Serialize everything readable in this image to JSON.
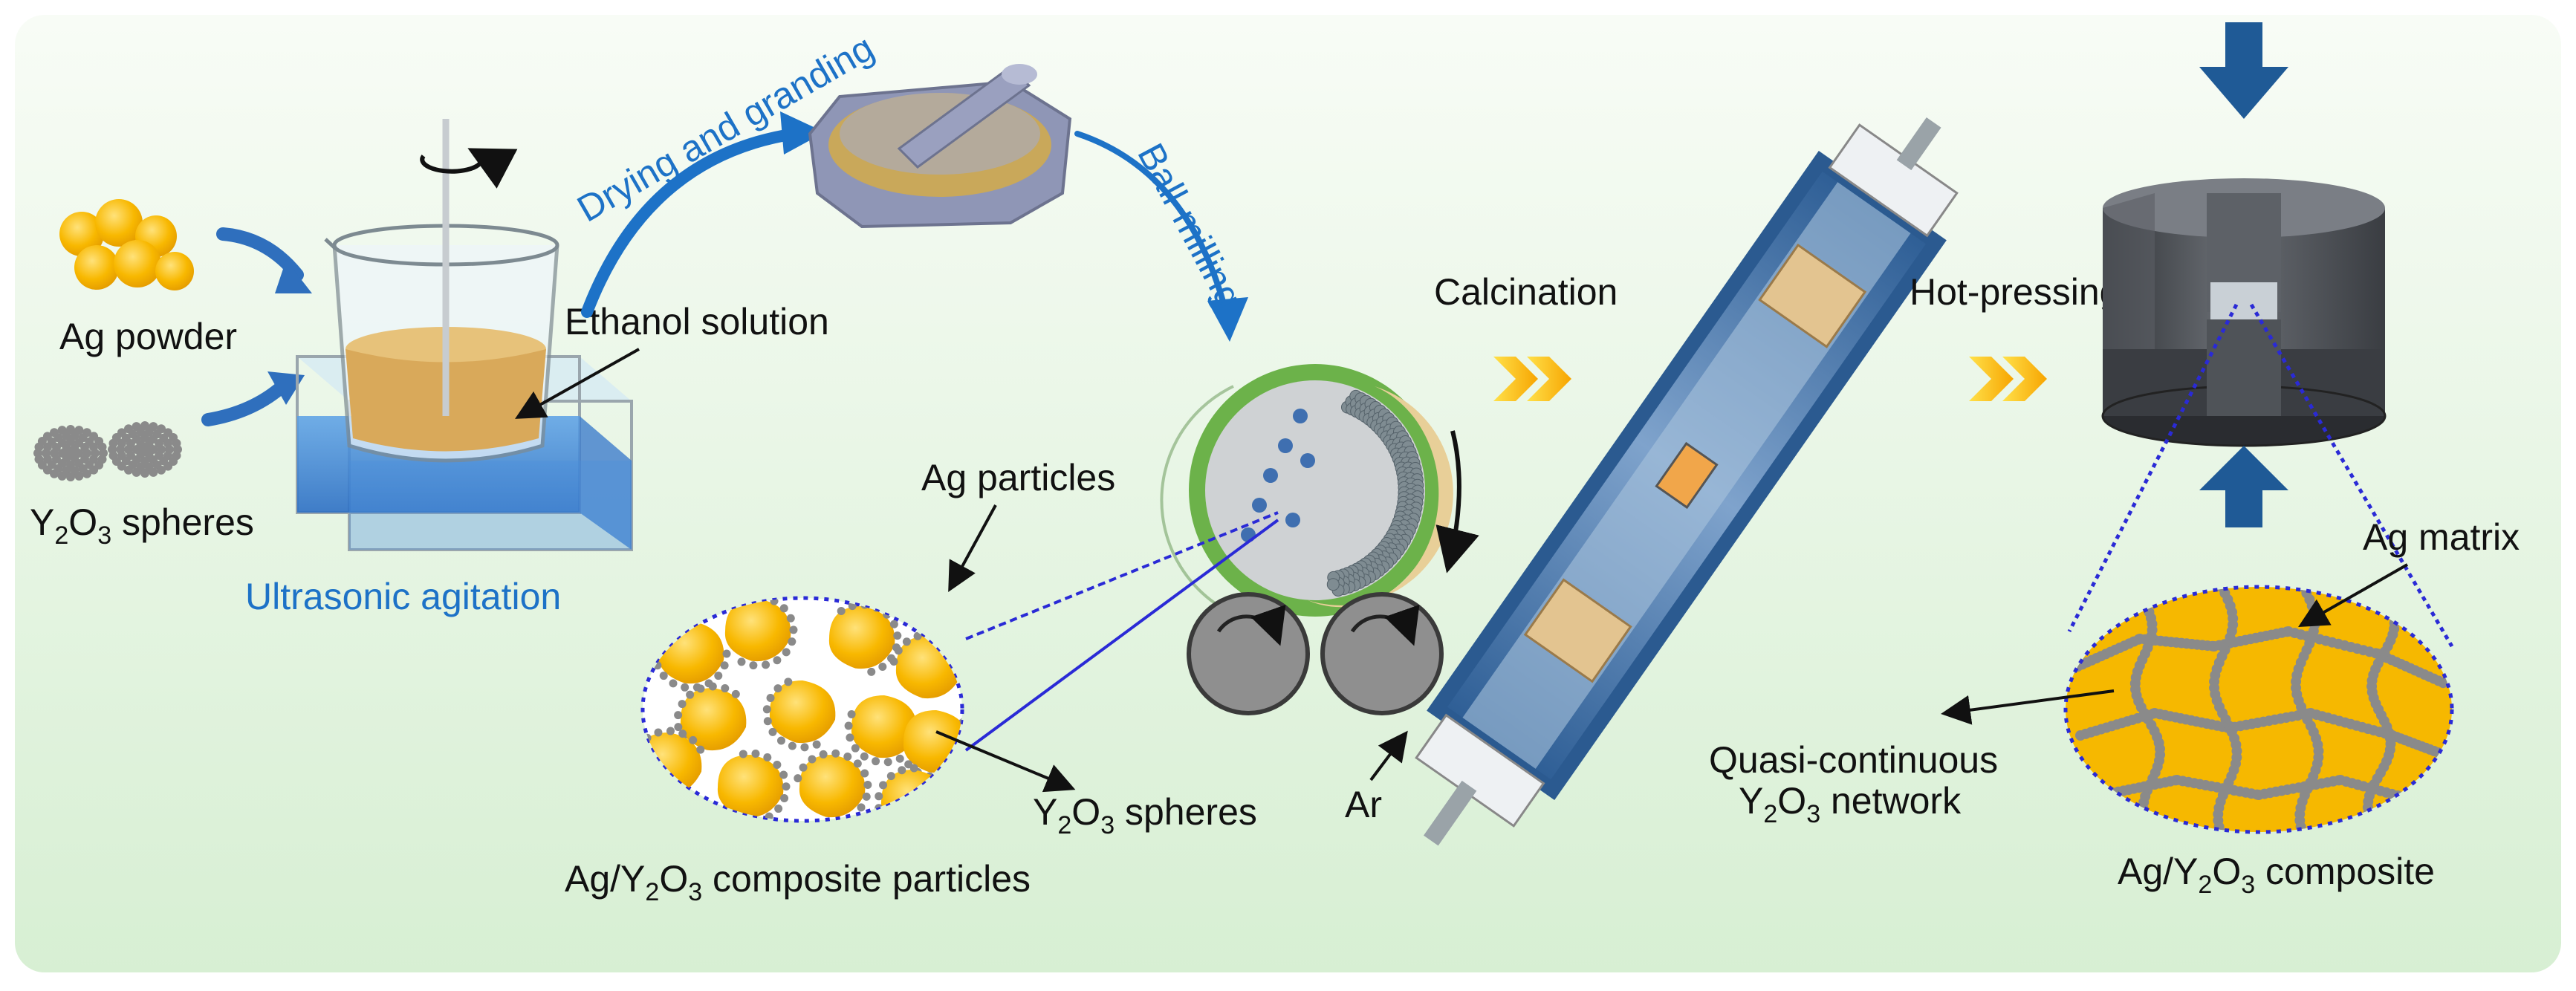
{
  "labels": {
    "ag_powder": "Ag powder",
    "y2o3_spheres_left_main": "Y",
    "y2o3_spheres_left_sub1": "2",
    "y2o3_spheres_left_mid": "O",
    "y2o3_spheres_left_sub2": "3",
    "y2o3_spheres_left_tail": " spheres",
    "ethanol_solution": "Ethanol solution",
    "ultrasonic_agitation": "Ultrasonic agitation",
    "drying_and_granding": "Drying and  granding",
    "ball_milling": "Ball-milling",
    "ag_particles": "Ag particles",
    "y2o3_spheres_mid_main": "Y",
    "y2o3_spheres_mid_sub1": "2",
    "y2o3_spheres_mid_mid": "O",
    "y2o3_spheres_mid_sub2": "3",
    "y2o3_spheres_mid_tail": " spheres",
    "composite_particles_a": "Ag/Y",
    "composite_particles_sub1": "2",
    "composite_particles_b": "O",
    "composite_particles_sub2": "3",
    "composite_particles_c": " composite particles",
    "calcination": "Calcination",
    "ar": "Ar",
    "hot_pressing": "Hot-pressing",
    "ag_matrix": "Ag matrix",
    "quasi_line1": "Quasi-continuous",
    "quasi_line2_a": "Y",
    "quasi_line2_sub1": "2",
    "quasi_line2_b": "O",
    "quasi_line2_sub2": "3",
    "quasi_line2_c": " network",
    "composite_a": "Ag/Y",
    "composite_sub1": "2",
    "composite_b": "O",
    "composite_sub2": "3",
    "composite_c": " composite"
  },
  "colors": {
    "label_text": "#111111",
    "accent_blue": "#1d72c7",
    "ag_gold": "#f7b500",
    "y2o3_gray": "#8a8a8a",
    "background_top": "#f6fbf4",
    "background_bottom": "#d9f0d6",
    "die_gray": "#4a4d52",
    "ball_mill_green": "#6cb24a"
  }
}
